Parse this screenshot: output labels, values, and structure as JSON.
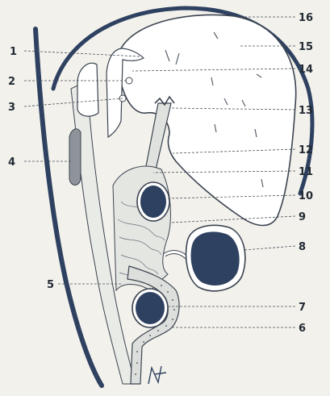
{
  "labels": {
    "l1": "1",
    "l2": "2",
    "l3": "3",
    "l4": "4",
    "l5": "5",
    "l6": "6",
    "l7": "7",
    "l8": "8",
    "l9": "9",
    "l10": "10",
    "l11": "11",
    "l12": "12",
    "l13": "13",
    "l14": "14",
    "l15": "15",
    "l16": "16"
  },
  "signature": "N",
  "colors": {
    "background": "#f2f1ec",
    "dark_fill": "#2e4160",
    "outline": "#3c4450",
    "light_fill": "#ffffff",
    "tissue_fill": "#e4e6e2"
  }
}
